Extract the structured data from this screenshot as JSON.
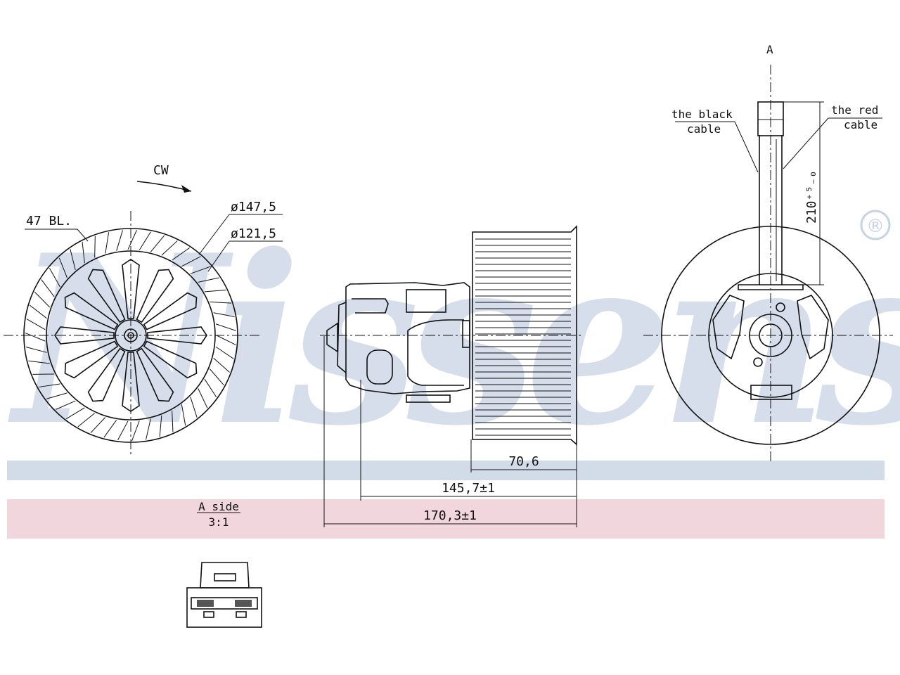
{
  "watermark": {
    "brand": "Nissens",
    "registered": "®",
    "band_color": "#c7d3e3",
    "accent_band_color": "#f2d6de"
  },
  "front_view": {
    "rotation_label": "CW",
    "blade_count_label": "47 BL.",
    "outer_diameter_label": "ø147,5",
    "inner_diameter_label": "ø121,5"
  },
  "side_view": {
    "dim_wheel_width": "70,6",
    "dim_mid_length": "145,7±1",
    "dim_total_length": "170,3±1"
  },
  "rear_view": {
    "arrow_label": "A",
    "black_cable_line1": "the black",
    "black_cable_line2": "cable",
    "red_cable_line1": "the red",
    "red_cable_line2": "cable",
    "cable_length_label": "210⁺⁵₋₀"
  },
  "connector_view": {
    "title": "A side",
    "scale": "3:1"
  }
}
